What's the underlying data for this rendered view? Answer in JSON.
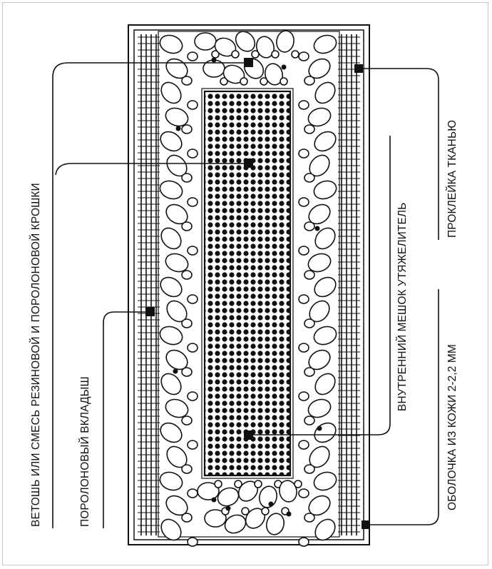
{
  "colors": {
    "ink": "#111111",
    "background": "#ffffff",
    "frame": "#c8c8c8"
  },
  "labels": {
    "filler": "ВЕТОШЬ ИЛИ СМЕСЬ РЕЗИНОВОЙ И ПОРОЛОНОВОЙ КРОШКИ",
    "foam_insert": "ПОРОЛОНОВЫЙ ВКЛАДЫШ",
    "inner_bag": "ВНУТРЕННИЙ МЕШОК УТЯЖЕЛИТЕЛЬ",
    "fabric_lining": "ПРОКЛЕЙКА ТКАНЬЮ",
    "leather_shell": "ОБОЛОЧКА ИЗ КОЖИ 2-2,2 ММ"
  }
}
